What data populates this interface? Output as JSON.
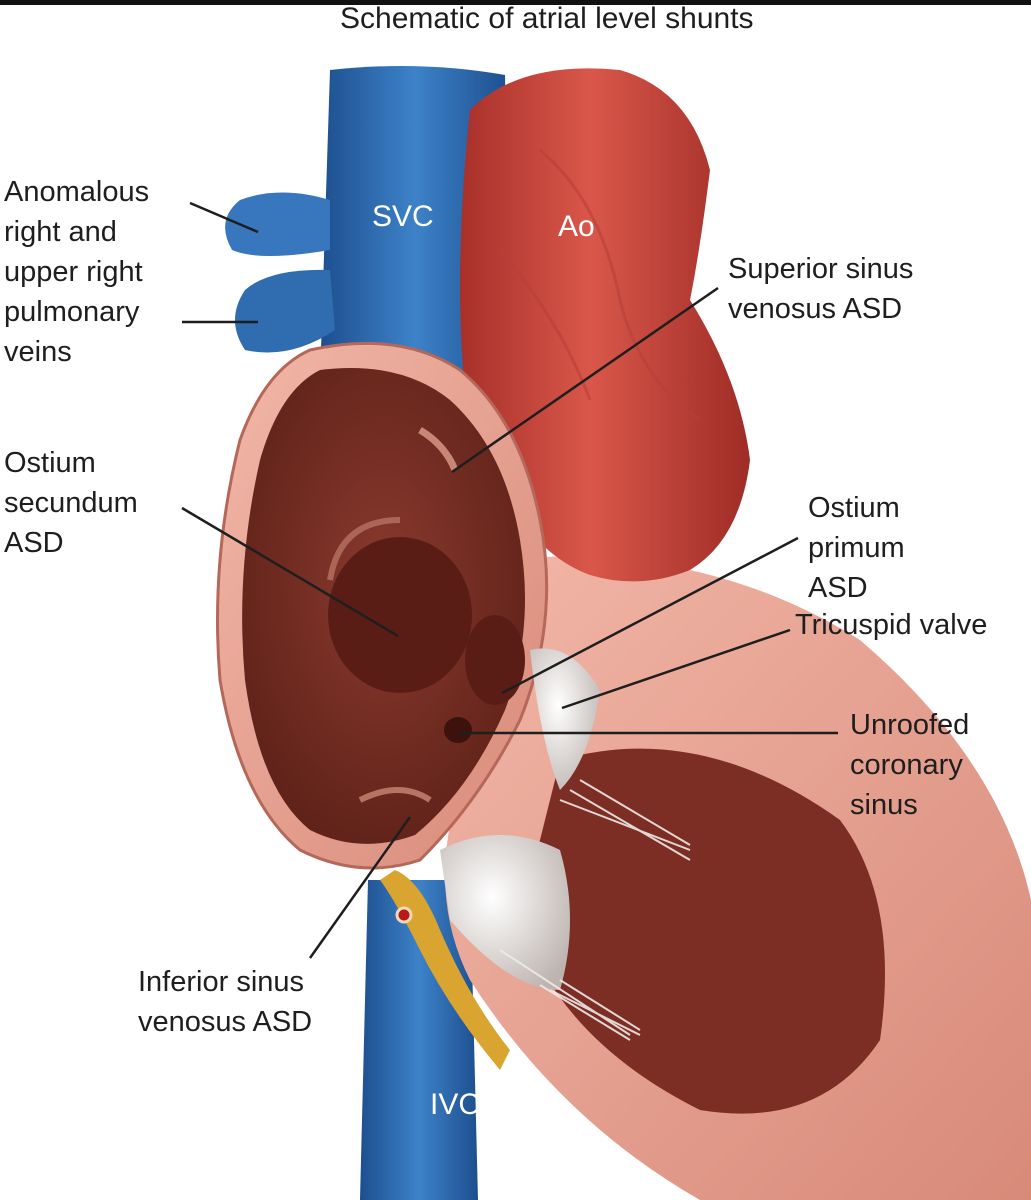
{
  "title": "Schematic of atrial level shunts",
  "vessels": {
    "svc": "SVC",
    "aorta": "Ao",
    "ivc": "IVC"
  },
  "labels": {
    "anomalous_veins": "Anomalous\nright and\nupper right\npulmonary\nveins",
    "ostium_secundum": "Ostium\nsecundum\nASD",
    "superior_sinus": "Superior sinus\nvenosus ASD",
    "ostium_primum": "Ostium\nprimum\nASD",
    "tricuspid_valve": "Tricuspid valve",
    "unroofed_sinus": "Unroofed\ncoronary\nsinus",
    "inferior_sinus": "Inferior sinus\nvenosus ASD"
  },
  "colors": {
    "vein_blue": "#2f6fb3",
    "aorta_red": "#c8453a",
    "atrium_dark": "#7a2e24",
    "tissue_pink": "#e8a192",
    "valve_white": "#e9e6e4",
    "fat_yellow": "#d9a530"
  }
}
